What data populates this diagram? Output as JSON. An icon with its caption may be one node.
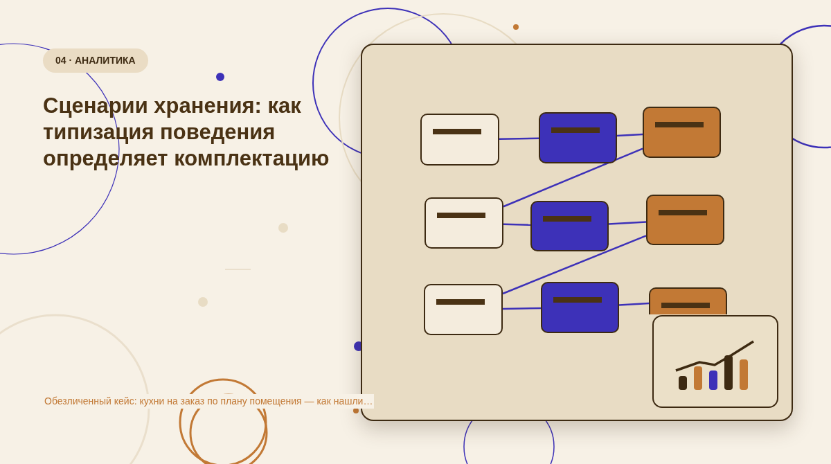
{
  "diagram": {
    "title": "Сценарии хранения: как типизация поведения определяет комплектацию",
    "caption": "Обезличенный кейс: кухни на заказ по плану помещения — как нашли…",
    "labels": [
      "04 · АНАЛИТИКА"
    ],
    "nodes": [
      {
        "text": [],
        "shape": "box"
      },
      {
        "text": [],
        "shape": "box",
        "in": 0
      },
      {
        "text": [],
        "shape": "box",
        "in": 0
      },
      {
        "text": [],
        "shape": "box",
        "in": 0
      },
      {
        "text": [],
        "shape": "box",
        "in": 0
      },
      {
        "text": [],
        "shape": "box",
        "in": 0
      },
      {
        "text": [],
        "shape": "box",
        "in": 0
      },
      {
        "text": [],
        "shape": "box",
        "in": 0
      },
      {
        "text": [],
        "shape": "box",
        "in": 0
      },
      {
        "text": [],
        "shape": "box",
        "in": 0
      }
    ],
    "edges": [
      {
        "from": 1,
        "to": 2,
        "arrow": "none"
      },
      {
        "from": 2,
        "to": 3,
        "arrow": "none"
      },
      {
        "from": 3,
        "to": 4,
        "arrow": "none"
      },
      {
        "from": 4,
        "to": 5,
        "arrow": "none"
      },
      {
        "from": 5,
        "to": 6,
        "arrow": "none"
      },
      {
        "from": 6,
        "to": 7,
        "arrow": "none"
      },
      {
        "from": 7,
        "to": 8,
        "arrow": "none"
      },
      {
        "from": 8,
        "to": 9,
        "arrow": "none"
      }
    ]
  }
}
